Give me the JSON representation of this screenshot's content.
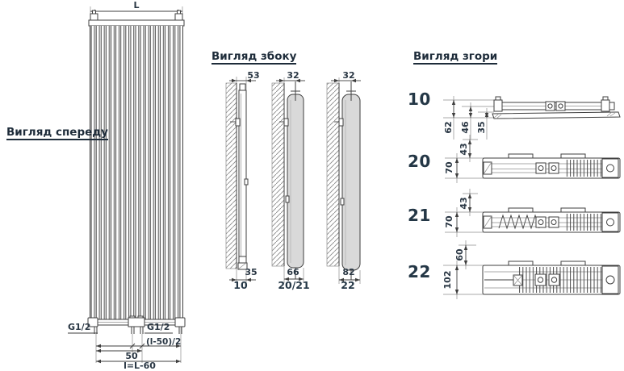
{
  "colors": {
    "background": "#ffffff",
    "line": "#3f3f3f",
    "panel_fill": "#d9d9d9",
    "text": "#2a3744"
  },
  "front_view": {
    "title": "Вигляд спереду",
    "dim_length": "L",
    "thread_left": "G1/2",
    "thread_center": "G1/2",
    "dim_offset": "(l-50)/2",
    "dim_center_spacing": "50",
    "dim_connections": "l=L-60"
  },
  "side_view": {
    "title": "Вигляд збоку",
    "views": [
      {
        "type": "10",
        "depth_top": "53",
        "depth_bottom": "35"
      },
      {
        "type": "20/21",
        "depth_top": "32",
        "depth_bottom": "66"
      },
      {
        "type": "22",
        "depth_top": "32",
        "depth_bottom": "82"
      }
    ]
  },
  "top_view": {
    "title": "Вигляд згори",
    "rows": [
      {
        "type": "10",
        "dims": [
          "62",
          "46",
          "35"
        ]
      },
      {
        "type": "20",
        "dims": [
          "43",
          "70"
        ]
      },
      {
        "type": "21",
        "dims": [
          "43",
          "70"
        ]
      },
      {
        "type": "22",
        "dims": [
          "60",
          "102"
        ]
      }
    ]
  }
}
